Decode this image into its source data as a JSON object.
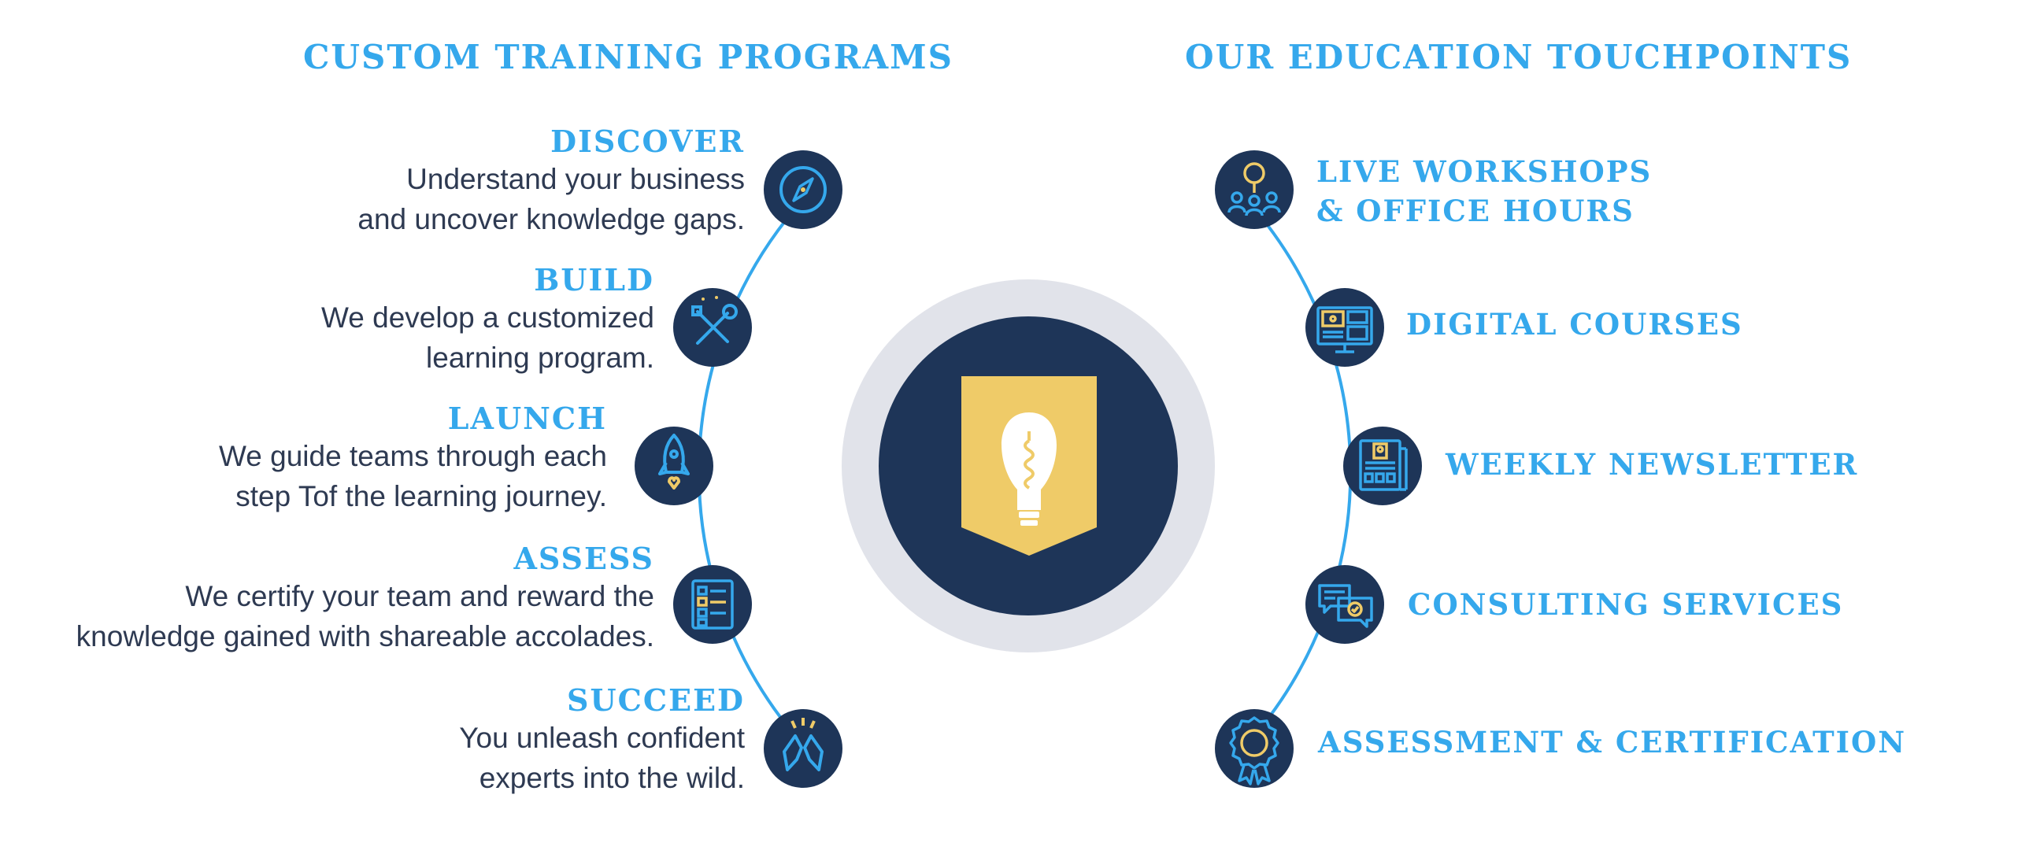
{
  "left_heading": "CUSTOM TRAINING PROGRAMS",
  "right_heading": "OUR EDUCATION TOUCHPOINTS",
  "steps": [
    {
      "title": "DISCOVER",
      "desc_line1": "Understand your business",
      "desc_line2": "and uncover knowledge gaps.",
      "icon": "compass-icon"
    },
    {
      "title": "BUILD",
      "desc_line1": "We develop a customized",
      "desc_line2": "learning program.",
      "icon": "tools-icon"
    },
    {
      "title": "LAUNCH",
      "desc_line1": "We guide teams through each",
      "desc_line2": "step Tof the learning journey.",
      "icon": "rocket-icon"
    },
    {
      "title": "ASSESS",
      "desc_line1": "We certify your team and reward the",
      "desc_line2": "knowledge gained with shareable accolades.",
      "icon": "checklist-icon"
    },
    {
      "title": "SUCCEED",
      "desc_line1": "You unleash confident",
      "desc_line2": "experts into the wild.",
      "icon": "high-five-icon"
    }
  ],
  "touchpoints": [
    {
      "line1": "LIVE WORKSHOPS",
      "line2": "& OFFICE HOURS",
      "icon": "workshop-icon"
    },
    {
      "line1": "DIGITAL COURSES",
      "line2": "",
      "icon": "monitor-icon"
    },
    {
      "line1": "WEEKLY NEWSLETTER",
      "line2": "",
      "icon": "newsletter-icon"
    },
    {
      "line1": "CONSULTING SERVICES",
      "line2": "",
      "icon": "chat-icon"
    },
    {
      "line1": "ASSESSMENT & CERTIFICATION",
      "line2": "",
      "icon": "award-badge-icon"
    }
  ],
  "center_emblem": {
    "icon": "lightbulb-shield-icon"
  },
  "colors": {
    "accent": "#35a8ec",
    "navy": "#1e3558",
    "gold": "#efcb68",
    "ring": "#e1e3ea",
    "text": "#2e3a52"
  }
}
